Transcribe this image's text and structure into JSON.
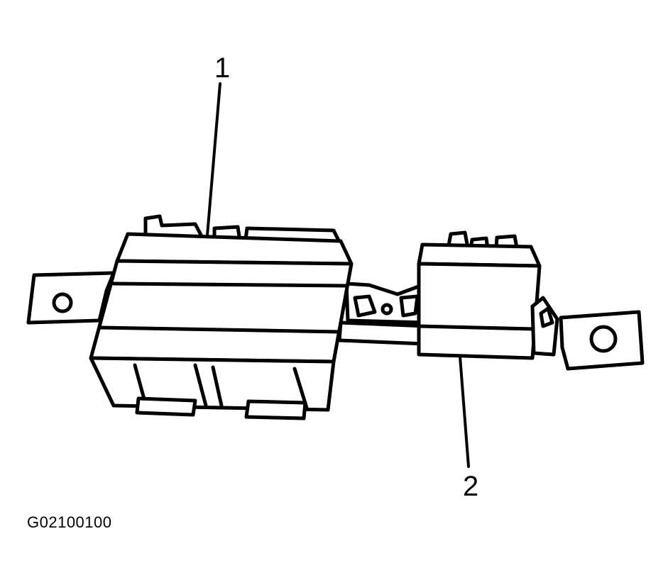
{
  "figure": {
    "line_color": "#000000",
    "background": "#ffffff",
    "callouts": [
      {
        "label": "1",
        "target": "large-module"
      },
      {
        "label": "2",
        "target": "small-module"
      }
    ],
    "code": "G02100100"
  }
}
